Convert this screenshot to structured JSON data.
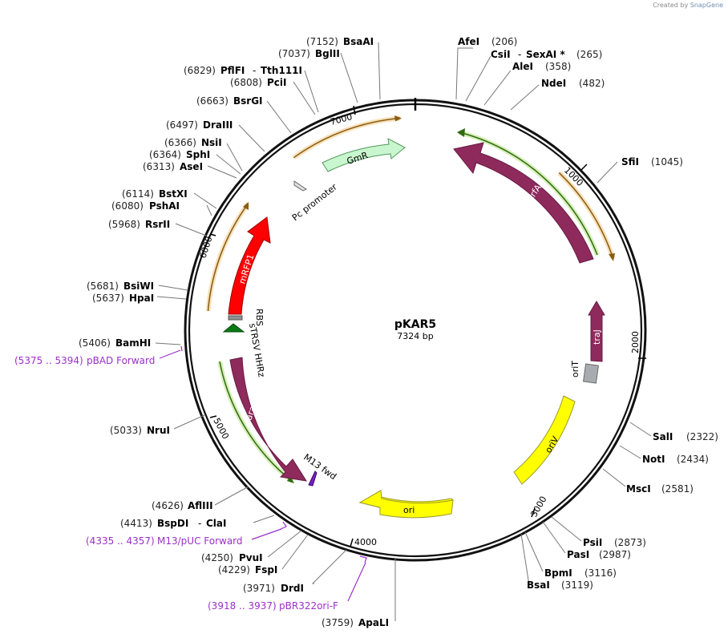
{
  "credit": {
    "prefix": "Created by",
    "brand": "SnapGene"
  },
  "plasmid": {
    "name": "pKAR5",
    "length_label": "7324 bp",
    "length": 7324
  },
  "ticks": [
    "1000",
    "2000",
    "3000",
    "4000",
    "5000",
    "6000",
    "7000"
  ],
  "sites_right": [
    {
      "pos": 206,
      "name": "AfeI",
      "num": "(206)",
      "dy": 0
    },
    {
      "pos": 265,
      "name": "CsiI",
      "extra": "SexAI *",
      "num": "(265)",
      "dy": 0
    },
    {
      "pos": 358,
      "name": "AleI",
      "num": "(358)",
      "dy": 0
    },
    {
      "pos": 482,
      "name": "NdeI",
      "num": "(482)",
      "dy": 0
    },
    {
      "pos": 1045,
      "name": "SfiI",
      "num": "(1045)",
      "dy": 0
    },
    {
      "pos": 2322,
      "name": "SalI",
      "num": "(2322)",
      "dy": 0
    },
    {
      "pos": 2434,
      "name": "NotI",
      "num": "(2434)",
      "dy": 0
    },
    {
      "pos": 2581,
      "name": "MscI",
      "num": "(2581)",
      "dy": 0
    },
    {
      "pos": 2873,
      "name": "PsiI",
      "num": "(2873)",
      "dy": 0
    },
    {
      "pos": 2987,
      "name": "PasI",
      "num": "(2987)",
      "dy": 0
    },
    {
      "pos": 3116,
      "name": "BpmI",
      "num": "(3116)",
      "dy": 0
    },
    {
      "pos": 3119,
      "name": "BsaI",
      "num": "(3119)",
      "dy": 0
    }
  ],
  "sites_left": [
    {
      "pos": 3759,
      "name": "ApaLI",
      "num": "(3759)"
    },
    {
      "pos": 3971,
      "name": "DrdI",
      "num": "(3971)"
    },
    {
      "pos": 4229,
      "name": "FspI",
      "num": "(4229)"
    },
    {
      "pos": 4250,
      "name": "PvuI",
      "num": "(4250)"
    },
    {
      "pos": 4413,
      "name": "BspDI",
      "extra": "ClaI",
      "num": "(4413)"
    },
    {
      "pos": 4626,
      "name": "AflIII",
      "num": "(4626)"
    },
    {
      "pos": 5033,
      "name": "NruI",
      "num": "(5033)"
    },
    {
      "pos": 5406,
      "name": "BamHI",
      "num": "(5406)"
    },
    {
      "pos": 5637,
      "name": "HpaI",
      "num": "(5637)"
    },
    {
      "pos": 5681,
      "name": "BsiWI",
      "num": "(5681)"
    },
    {
      "pos": 5968,
      "name": "RsrII",
      "num": "(5968)"
    },
    {
      "pos": 6080,
      "name": "PshAI",
      "num": "(6080)"
    },
    {
      "pos": 6114,
      "name": "BstXI",
      "num": "(6114)"
    },
    {
      "pos": 6313,
      "name": "AseI",
      "num": "(6313)"
    },
    {
      "pos": 6364,
      "name": "SphI",
      "num": "(6364)"
    },
    {
      "pos": 6366,
      "name": "NsiI",
      "num": "(6366)"
    },
    {
      "pos": 6497,
      "name": "DraIII",
      "num": "(6497)"
    },
    {
      "pos": 6663,
      "name": "BsrGI",
      "num": "(6663)"
    },
    {
      "pos": 6808,
      "name": "PciI",
      "num": "(6808)"
    },
    {
      "pos": 6829,
      "name": "PflFI",
      "extra": "Tth111I",
      "num": "(6829)"
    },
    {
      "pos": 7037,
      "name": "BglII",
      "num": "(7037)"
    },
    {
      "pos": 7152,
      "name": "BsaAI",
      "num": "(7152)"
    }
  ],
  "primers": [
    {
      "range": "(5375 .. 5394)",
      "name": "pBAD Forward"
    },
    {
      "range": "(4335 .. 4357)",
      "name": "M13/pUC Forward"
    },
    {
      "range": "(3918 .. 3937)",
      "name": "pBR322ori-F"
    }
  ],
  "features": {
    "trfA": "trfA",
    "traJ": "traJ",
    "oriT": "oriT",
    "oriV": "oriV",
    "ori": "ori",
    "araC": "araC",
    "m13fwd": "M13 fwd",
    "sTRSV": "sTRSV HHRz",
    "RBS": "RBS",
    "mRFP1": "mRFP1",
    "GmR": "GmR",
    "pc": "Pc promoter"
  },
  "colors": {
    "backbone": "#000000",
    "trfA": "#8e2a5c",
    "traJ": "#8e2a5c",
    "araC": "#8e2a5c",
    "oriV": "#ffff00",
    "ori": "#ffff00",
    "mRFP1": "#ff0000",
    "GmR": "#c9f5cf",
    "oriT": "#a9abb0",
    "sTRSV": "#0a7a14",
    "orange_track": "#d9a030",
    "green_track": "#78c01c",
    "primer": "#9b30c9"
  }
}
